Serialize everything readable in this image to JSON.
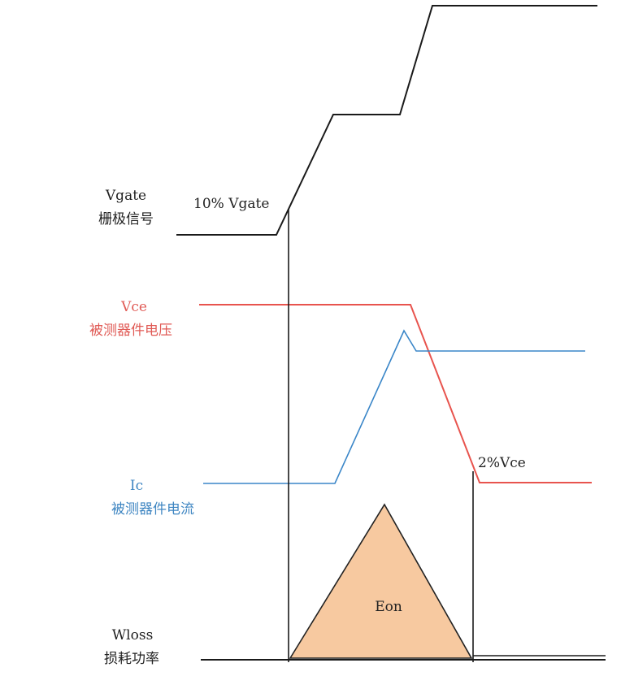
{
  "signals": {
    "vgate": {
      "name": "Vgate",
      "cn": "栅极信号",
      "marker": "10% Vgate"
    },
    "vce": {
      "name": "Vce",
      "cn": "被测器件电压",
      "marker": "2%Vce"
    },
    "ic": {
      "name": "Ic",
      "cn": "被测器件电流"
    },
    "wloss": {
      "name": "Wloss",
      "cn": "损耗功率",
      "area_label": "Eon"
    }
  },
  "colors": {
    "vgate": "#1a1a1a",
    "vce": "#e8544e",
    "ic": "#3a86c8",
    "eon_fill": "#f7c9a0"
  }
}
